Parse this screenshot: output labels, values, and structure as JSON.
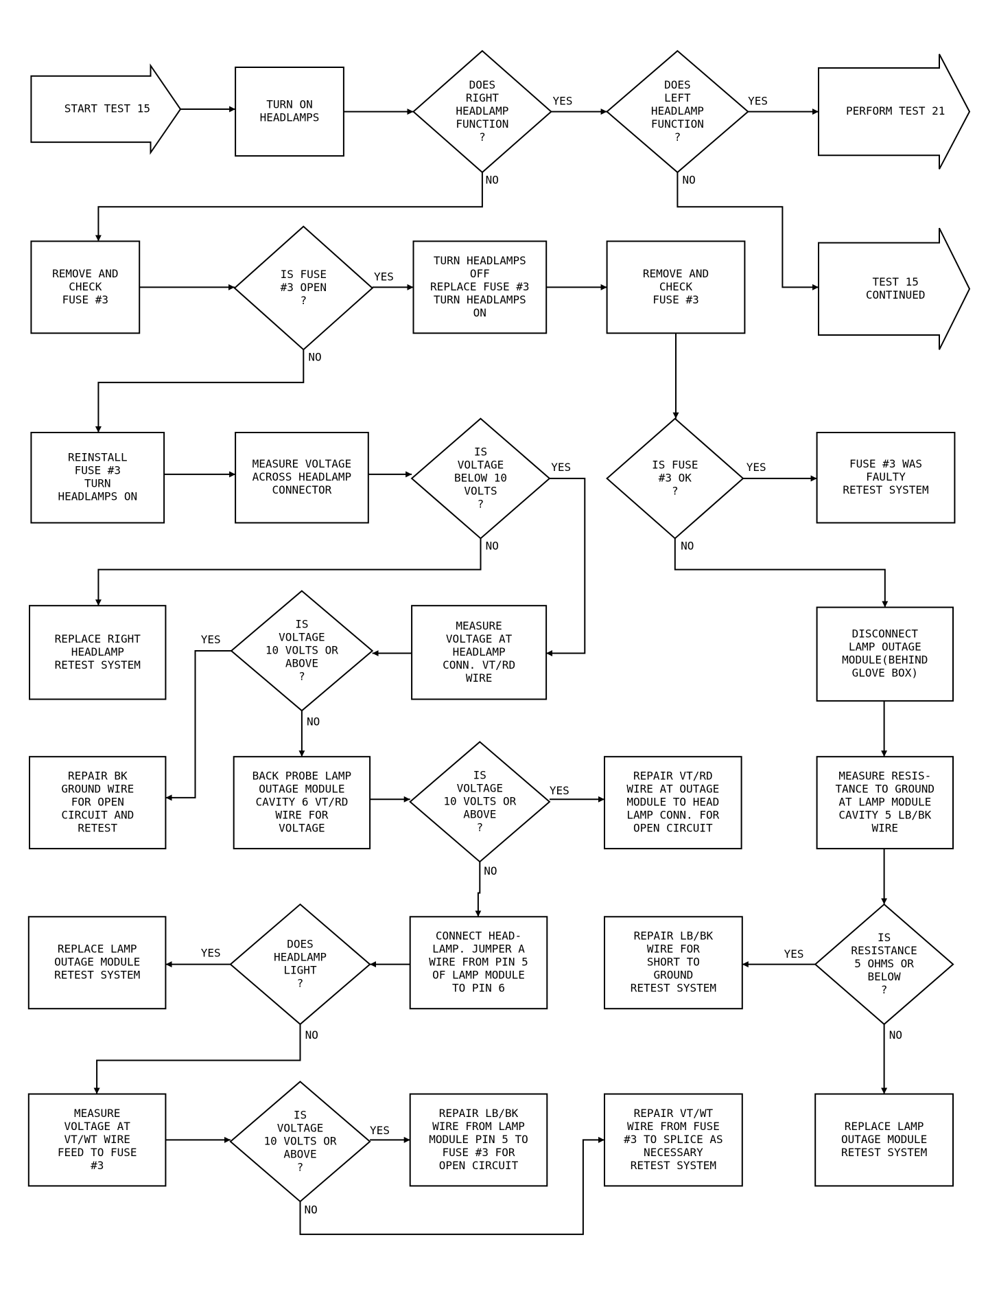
{
  "nodes": [
    {
      "id": "start",
      "type": "arrow",
      "text": [
        "START TEST 15"
      ]
    },
    {
      "id": "turn_on",
      "type": "box",
      "text": [
        "TURN ON",
        "HEADLAMPS"
      ]
    },
    {
      "id": "right_func",
      "type": "diamond",
      "text": [
        "DOES",
        "RIGHT",
        "HEADLAMP",
        "FUNCTION",
        "?"
      ]
    },
    {
      "id": "left_func",
      "type": "diamond",
      "text": [
        "DOES",
        "LEFT",
        "HEADLAMP",
        "FUNCTION",
        "?"
      ]
    },
    {
      "id": "test21",
      "type": "arrow",
      "text": [
        "PERFORM TEST 21"
      ]
    },
    {
      "id": "remove_check1",
      "type": "box",
      "text": [
        "REMOVE AND",
        "CHECK",
        "FUSE #3"
      ]
    },
    {
      "id": "fuse_open",
      "type": "diamond",
      "text": [
        "IS FUSE",
        "#3 OPEN",
        "?"
      ]
    },
    {
      "id": "replace_fuse",
      "type": "box",
      "text": [
        "TURN HEADLAMPS",
        "OFF",
        "REPLACE FUSE #3",
        "TURN HEADLAMPS",
        "ON"
      ]
    },
    {
      "id": "remove_check2",
      "type": "box",
      "text": [
        "REMOVE AND",
        "CHECK",
        "FUSE #3"
      ]
    },
    {
      "id": "test15_cont",
      "type": "arrow",
      "text": [
        "TEST 15",
        "CONTINUED"
      ]
    },
    {
      "id": "reinstall",
      "type": "box",
      "text": [
        "REINSTALL",
        "FUSE #3",
        "TURN",
        "HEADLAMPS ON"
      ]
    },
    {
      "id": "measure_across",
      "type": "box",
      "text": [
        "MEASURE VOLTAGE",
        "ACROSS HEADLAMP",
        "CONNECTOR"
      ]
    },
    {
      "id": "volt_below10",
      "type": "diamond",
      "text": [
        "IS",
        "VOLTAGE",
        "BELOW 10",
        "VOLTS",
        "?"
      ]
    },
    {
      "id": "fuse_ok",
      "type": "diamond",
      "text": [
        "IS FUSE",
        "#3 OK",
        "?"
      ]
    },
    {
      "id": "fuse_faulty",
      "type": "box",
      "text": [
        "FUSE #3 WAS",
        "FAULTY",
        "RETEST SYSTEM"
      ]
    },
    {
      "id": "replace_right",
      "type": "box",
      "text": [
        "REPLACE RIGHT",
        "HEADLAMP",
        "RETEST SYSTEM"
      ]
    },
    {
      "id": "volt_10_a",
      "type": "diamond",
      "text": [
        "IS",
        "VOLTAGE",
        "10 VOLTS OR",
        "ABOVE",
        "?"
      ]
    },
    {
      "id": "measure_vtrd",
      "type": "box",
      "text": [
        "MEASURE",
        "VOLTAGE AT",
        "HEADLAMP",
        "CONN. VT/RD",
        "WIRE"
      ]
    },
    {
      "id": "disconnect_lom",
      "type": "box",
      "text": [
        "DISCONNECT",
        "LAMP OUTAGE",
        "MODULE(BEHIND",
        "GLOVE BOX)"
      ]
    },
    {
      "id": "repair_bk",
      "type": "box",
      "text": [
        "REPAIR BK",
        "GROUND WIRE",
        "FOR OPEN",
        "CIRCUIT AND",
        "RETEST"
      ]
    },
    {
      "id": "back_probe",
      "type": "box",
      "text": [
        "BACK PROBE LAMP",
        "OUTAGE MODULE",
        "CAVITY 6 VT/RD",
        "WIRE FOR",
        "VOLTAGE"
      ]
    },
    {
      "id": "volt_10_b",
      "type": "diamond",
      "text": [
        "IS",
        "VOLTAGE",
        "10 VOLTS OR",
        "ABOVE",
        "?"
      ]
    },
    {
      "id": "repair_vtrd",
      "type": "box",
      "text": [
        "REPAIR VT/RD",
        "WIRE AT OUTAGE",
        "MODULE TO HEAD",
        "LAMP CONN. FOR",
        "OPEN CIRCUIT"
      ]
    },
    {
      "id": "measure_res",
      "type": "box",
      "text": [
        "MEASURE RESIS-",
        "TANCE TO GROUND",
        "AT LAMP MODULE",
        "CAVITY 5 LB/BK",
        "WIRE"
      ]
    },
    {
      "id": "replace_lom1",
      "type": "box",
      "text": [
        "REPLACE LAMP",
        "OUTAGE MODULE",
        "RETEST SYSTEM"
      ]
    },
    {
      "id": "hl_light",
      "type": "diamond",
      "text": [
        "DOES",
        "HEADLAMP",
        "LIGHT",
        "?"
      ]
    },
    {
      "id": "connect_hl",
      "type": "box",
      "text": [
        "CONNECT HEAD-",
        "LAMP. JUMPER A",
        "WIRE FROM PIN 5",
        "OF LAMP MODULE",
        "TO PIN 6"
      ]
    },
    {
      "id": "repair_lbbk_short",
      "type": "box",
      "text": [
        "REPAIR LB/BK",
        "WIRE FOR",
        "SHORT TO",
        "GROUND",
        "RETEST SYSTEM"
      ]
    },
    {
      "id": "res_5ohm",
      "type": "diamond",
      "text": [
        "IS",
        "RESISTANCE",
        "5 OHMS OR",
        "BELOW",
        "?"
      ]
    },
    {
      "id": "measure_vtwt",
      "type": "box",
      "text": [
        "MEASURE",
        "VOLTAGE AT",
        "VT/WT WIRE",
        "FEED TO FUSE",
        "#3"
      ]
    },
    {
      "id": "volt_10_c",
      "type": "diamond",
      "text": [
        "IS",
        "VOLTAGE",
        "10 VOLTS OR",
        "ABOVE",
        "?"
      ]
    },
    {
      "id": "repair_lbbk_open",
      "type": "box",
      "text": [
        "REPAIR LB/BK",
        "WIRE FROM LAMP",
        "MODULE PIN 5 TO",
        "FUSE #3 FOR",
        "OPEN CIRCUIT"
      ]
    },
    {
      "id": "repair_vtwt",
      "type": "box",
      "text": [
        "REPAIR VT/WT",
        "WIRE FROM FUSE",
        "#3 TO SPLICE AS",
        "NECESSARY",
        "RETEST SYSTEM"
      ]
    },
    {
      "id": "replace_lom2",
      "type": "box",
      "text": [
        "REPLACE LAMP",
        "OUTAGE MODULE",
        "RETEST SYSTEM"
      ]
    }
  ],
  "edges": [
    {
      "from": "start",
      "to": "turn_on",
      "label": ""
    },
    {
      "from": "turn_on",
      "to": "right_func",
      "label": ""
    },
    {
      "from": "right_func",
      "to": "left_func",
      "label": "YES"
    },
    {
      "from": "left_func",
      "to": "test21",
      "label": "YES"
    },
    {
      "from": "right_func",
      "to": "remove_check1",
      "label": "NO"
    },
    {
      "from": "left_func",
      "to": "test15_cont",
      "label": "NO"
    },
    {
      "from": "remove_check1",
      "to": "fuse_open",
      "label": ""
    },
    {
      "from": "fuse_open",
      "to": "replace_fuse",
      "label": "YES"
    },
    {
      "from": "replace_fuse",
      "to": "remove_check2",
      "label": ""
    },
    {
      "from": "fuse_open",
      "to": "reinstall",
      "label": "NO"
    },
    {
      "from": "remove_check2",
      "to": "fuse_ok",
      "label": ""
    },
    {
      "from": "reinstall",
      "to": "measure_across",
      "label": ""
    },
    {
      "from": "measure_across",
      "to": "volt_below10",
      "label": ""
    },
    {
      "from": "volt_below10",
      "to": "measure_vtrd",
      "label": "YES"
    },
    {
      "from": "volt_below10",
      "to": "replace_right",
      "label": "NO"
    },
    {
      "from": "fuse_ok",
      "to": "fuse_faulty",
      "label": "YES"
    },
    {
      "from": "fuse_ok",
      "to": "disconnect_lom",
      "label": "NO"
    },
    {
      "from": "measure_vtrd",
      "to": "volt_10_a",
      "label": ""
    },
    {
      "from": "volt_10_a",
      "to": "repair_bk",
      "label": "YES"
    },
    {
      "from": "volt_10_a",
      "to": "back_probe",
      "label": "NO"
    },
    {
      "from": "back_probe",
      "to": "volt_10_b",
      "label": ""
    },
    {
      "from": "volt_10_b",
      "to": "repair_vtrd",
      "label": "YES"
    },
    {
      "from": "volt_10_b",
      "to": "connect_hl",
      "label": "NO"
    },
    {
      "from": "disconnect_lom",
      "to": "measure_res",
      "label": ""
    },
    {
      "from": "measure_res",
      "to": "res_5ohm",
      "label": ""
    },
    {
      "from": "res_5ohm",
      "to": "repair_lbbk_short",
      "label": "YES"
    },
    {
      "from": "res_5ohm",
      "to": "replace_lom2",
      "label": "NO"
    },
    {
      "from": "connect_hl",
      "to": "hl_light",
      "label": ""
    },
    {
      "from": "hl_light",
      "to": "replace_lom1",
      "label": "YES"
    },
    {
      "from": "hl_light",
      "to": "measure_vtwt",
      "label": "NO"
    },
    {
      "from": "measure_vtwt",
      "to": "volt_10_c",
      "label": ""
    },
    {
      "from": "volt_10_c",
      "to": "repair_lbbk_open",
      "label": "YES"
    },
    {
      "from": "volt_10_c",
      "to": "repair_vtwt",
      "label": "NO"
    }
  ]
}
